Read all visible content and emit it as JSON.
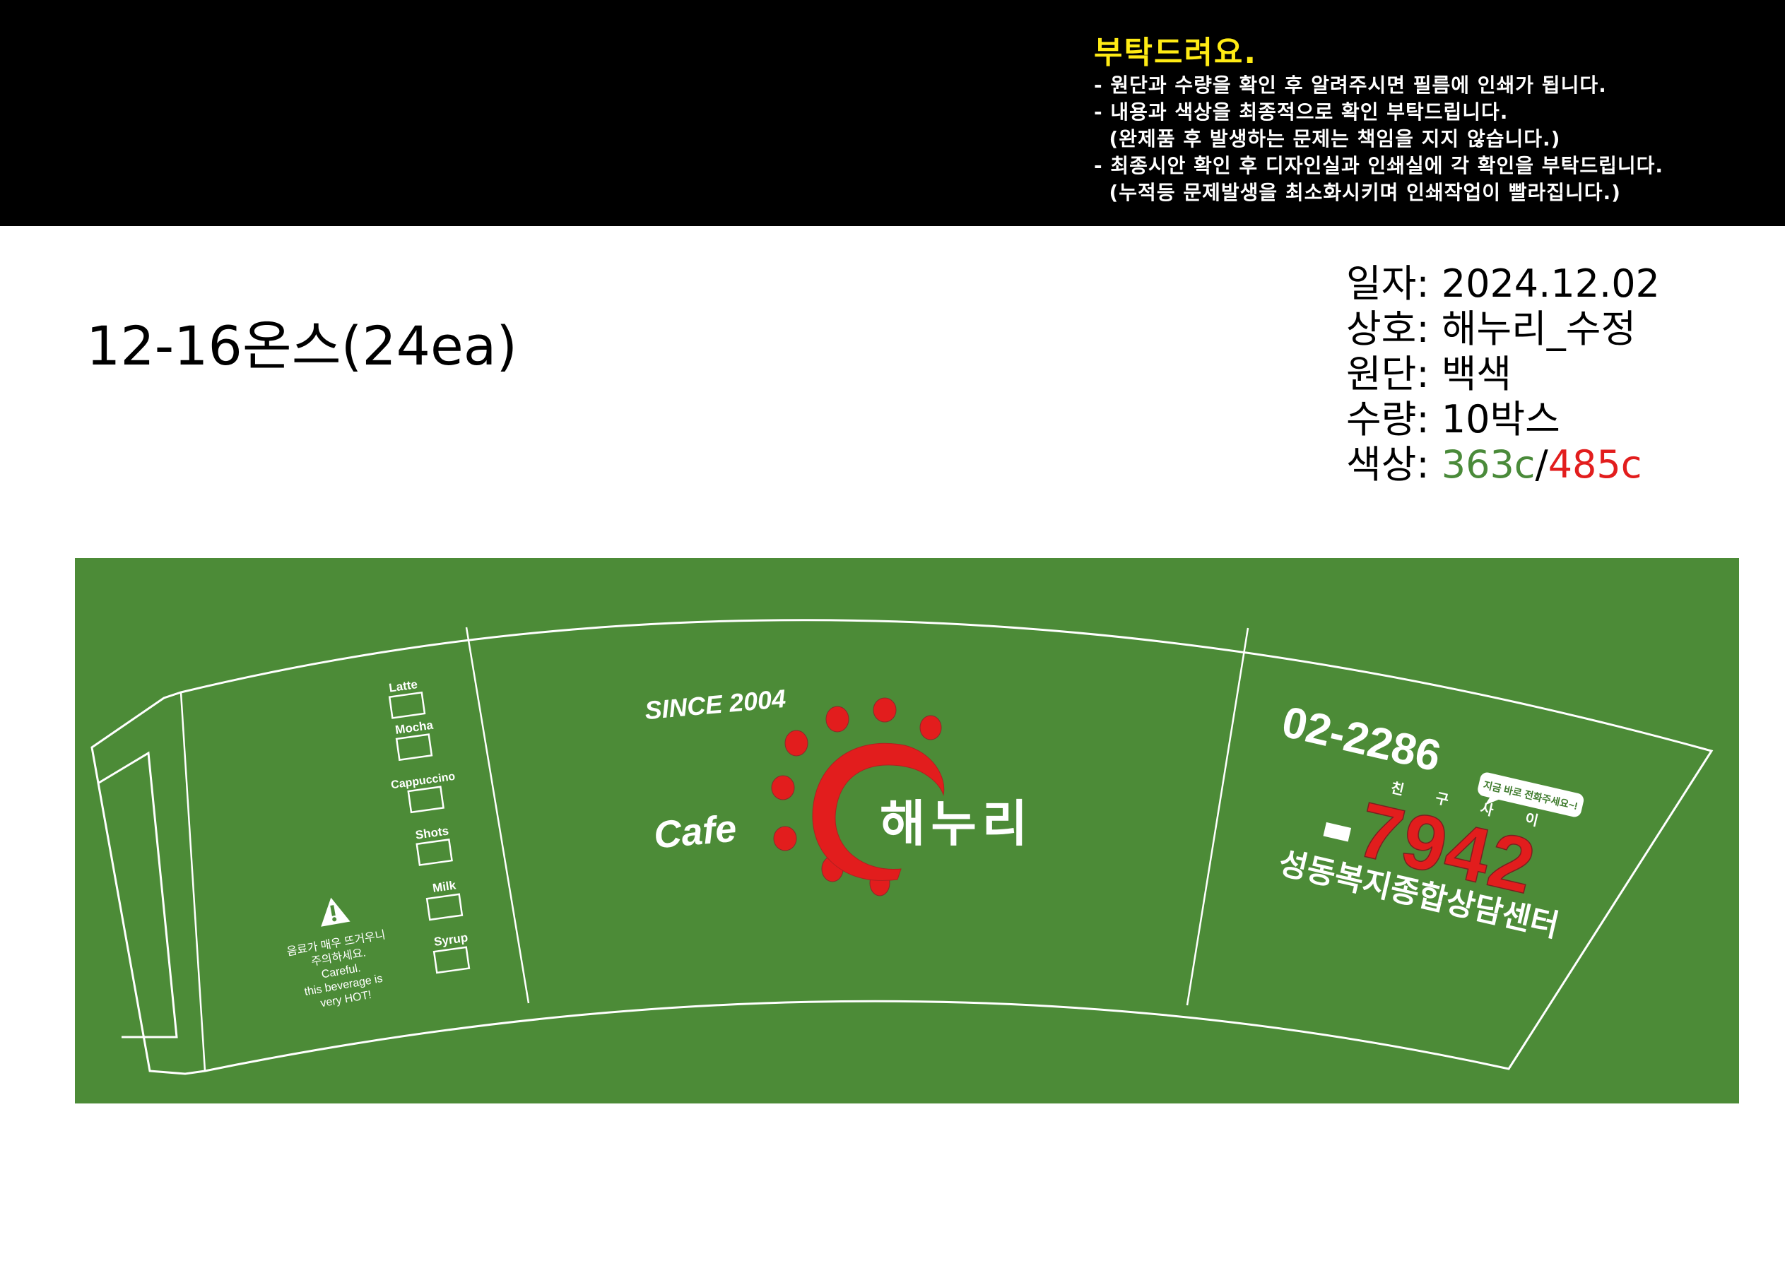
{
  "header": {
    "notice_title": "부탁드려요.",
    "notice_lines": [
      "- 원단과 수량을 확인 후 알려주시면 필름에 인쇄가 됩니다.",
      "- 내용과 색상을 최종적으로 확인 부탁드립니다.",
      "  (완제품 후 발생하는 문제는 책임을 지지 않습니다.)",
      "- 최종시안 확인 후 디자인실과 인쇄실에 각 확인을 부탁드립니다.",
      "  (누적등 문제발생을 최소화시키며 인쇄작업이 빨라집니다.)"
    ]
  },
  "spec": {
    "title": "12-16온스(24ea)"
  },
  "order_info": {
    "date_label": "일자:",
    "date_value": "2024.12.02",
    "company_label": "상호:",
    "company_value": "해누리_수정",
    "material_label": "원단:",
    "material_value": "백색",
    "quantity_label": "수량:",
    "quantity_value": "10박스",
    "color_label": "색상:",
    "color_value_1": "363c",
    "color_separator": "/",
    "color_value_2": "485c"
  },
  "colors": {
    "panel_green": "#4c8b37",
    "pantone_363c": "#4a8a3a",
    "pantone_485c": "#e21d1d",
    "notice_yellow": "#ffeb14"
  },
  "cup": {
    "checkbox_labels": [
      "Latte",
      "Mocha",
      "Cappuccino",
      "Shots",
      "Milk",
      "Syrup"
    ],
    "warning": {
      "icon": "warning-triangle-icon",
      "lines_ko": [
        "음료가 매우 뜨거우니",
        "주의하세요."
      ],
      "lines_en": [
        "Careful.",
        "this beverage is",
        "very HOT!"
      ]
    },
    "logo": {
      "since": "SINCE 2004",
      "cafe": "Cafe",
      "name": "해누리",
      "icon": "red-sun-logo-icon"
    },
    "contact": {
      "phone_prefix": "02-2286",
      "phone_dash": "-",
      "phone_suffix": "7942",
      "mnemonic": [
        "친",
        "구",
        "사",
        "이"
      ],
      "bubble": "지금 바로 전화주세요~!",
      "org_name": "성동복지종합상담센터"
    }
  }
}
